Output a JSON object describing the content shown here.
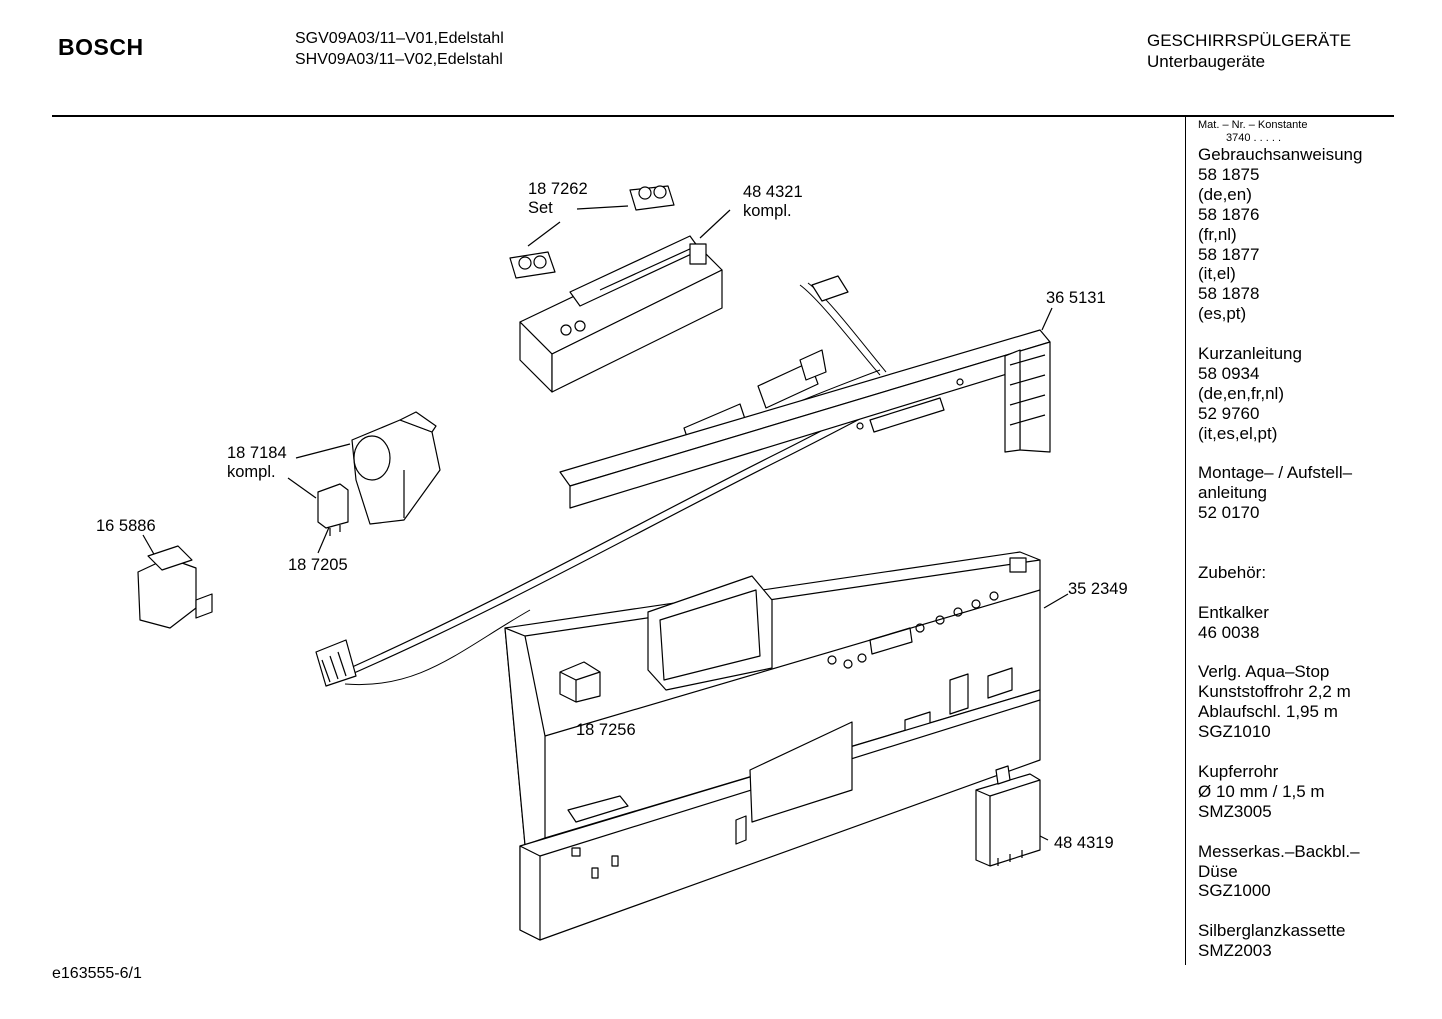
{
  "header": {
    "brand": "BOSCH",
    "models": [
      "SGV09A03/11–V01,Edelstahl",
      "SHV09A03/11–V02,Edelstahl"
    ],
    "category": "GESCHIRRSPÜLGERÄTE",
    "subcategory": "Unterbaugeräte"
  },
  "sidebar": {
    "mat_label": "Mat. – Nr. – Konstante",
    "mat_value": "3740  .  .  .  .  .",
    "lines": [
      "Gebrauchsanweisung",
      "58 1875",
      "(de,en)",
      "58 1876",
      "(fr,nl)",
      "58 1877",
      "(it,el)",
      "58 1878",
      "(es,pt)",
      "",
      "Kurzanleitung",
      "58 0934",
      "(de,en,fr,nl)",
      "52 9760",
      "(it,es,el,pt)",
      "",
      "Montage– / Aufstell–",
      "anleitung",
      "52 0170",
      "",
      "",
      "Zubehör:",
      "",
      "Entkalker",
      "46 0038",
      "",
      "Verlg. Aqua–Stop",
      "Kunststoffrohr 2,2 m",
      "Ablaufschl. 1,95 m",
      "SGZ1010",
      "",
      "Kupferrohr",
      "Ø 10 mm / 1,5 m",
      "SMZ3005",
      "",
      "Messerkas.–Backbl.–",
      "Düse",
      "SGZ1000",
      "",
      "Silberglanzkassette",
      "SMZ2003"
    ]
  },
  "parts": [
    {
      "id": "p187262",
      "lines": [
        "18 7262",
        "Set"
      ]
    },
    {
      "id": "p484321",
      "lines": [
        "48 4321",
        "kompl."
      ]
    },
    {
      "id": "p365131",
      "lines": [
        "36 5131"
      ]
    },
    {
      "id": "p187184",
      "lines": [
        "18 7184",
        "kompl."
      ]
    },
    {
      "id": "p165886",
      "lines": [
        "16 5886"
      ]
    },
    {
      "id": "p187205",
      "lines": [
        "18 7205"
      ]
    },
    {
      "id": "p352349",
      "lines": [
        "35 2349"
      ]
    },
    {
      "id": "p187256",
      "lines": [
        "18 7256"
      ]
    },
    {
      "id": "p484319",
      "lines": [
        "48 4319"
      ]
    }
  ],
  "footer": {
    "code": "e163555-6/1"
  }
}
